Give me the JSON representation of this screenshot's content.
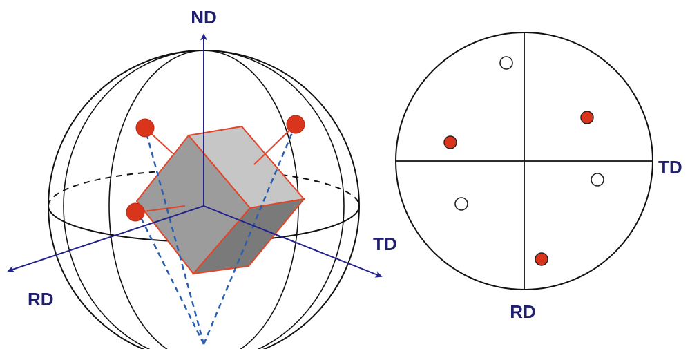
{
  "sphere_diagram": {
    "axis_nd": "ND",
    "axis_td": "TD",
    "axis_rd": "RD"
  },
  "pole_figure": {
    "axis_td": "TD",
    "axis_rd": "RD",
    "filled_poles": 3,
    "open_poles": 3
  },
  "colors": {
    "axis": "#22228a",
    "label": "#1f1f6e",
    "pole_fill": "#d9341c",
    "crystal_edge": "#e0452a",
    "projection_line": "#2a5fb0"
  }
}
